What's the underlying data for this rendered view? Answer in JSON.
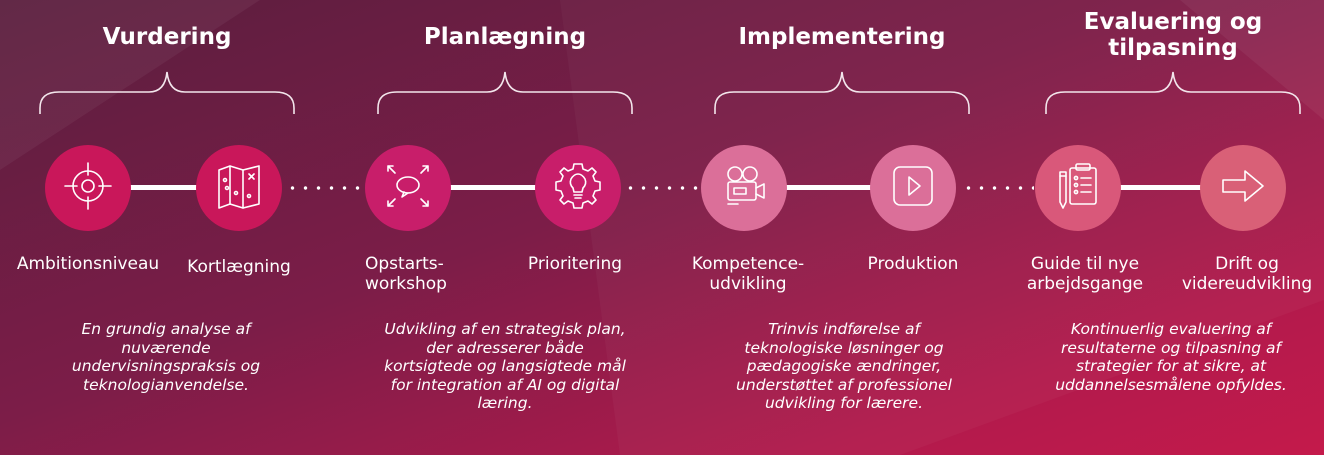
{
  "colors": {
    "vurdering": "#c9175a",
    "planlaegning": "#c81e6a",
    "implementering": "#db6f99",
    "evaluering_1": "#d9587a",
    "evaluering_2": "#d96077"
  },
  "phases": [
    {
      "title": "Vurdering",
      "steps": [
        {
          "label": "Ambitionsniveau",
          "icon": "target-icon"
        },
        {
          "label": "Kortlægning",
          "icon": "map-icon"
        }
      ],
      "description": "En grundig analyse af nuværende undervisningspraksis og teknologianvendelse."
    },
    {
      "title": "Planlægning",
      "steps": [
        {
          "label": "Opstarts-\nworkshop",
          "icon": "workshop-icon"
        },
        {
          "label": "Prioritering",
          "icon": "lightbulb-gear-icon"
        }
      ],
      "description": "Udvikling af en strategisk plan, der adresserer både kortsigtede og langsigtede mål for integration af AI og digital læring."
    },
    {
      "title": "Implementering",
      "steps": [
        {
          "label": "Kompetence-\nudvikling",
          "icon": "video-camera-icon"
        },
        {
          "label": "Produktion",
          "icon": "play-icon"
        }
      ],
      "description": "Trinvis indførelse af teknologiske løsninger og pædagogiske ændringer, understøttet af professionel udvikling for lærere."
    },
    {
      "title": "Evaluering og\ntilpasning",
      "steps": [
        {
          "label": "Guide til nye\narbejdsgange",
          "icon": "checklist-icon"
        },
        {
          "label": "Drift og\nvidereudvikling",
          "icon": "arrow-right-icon"
        }
      ],
      "description": "Kontinuerlig evaluering af resultaterne og tilpasning af strategier for at sikre, at uddannelsesmålene opfyldes."
    }
  ]
}
